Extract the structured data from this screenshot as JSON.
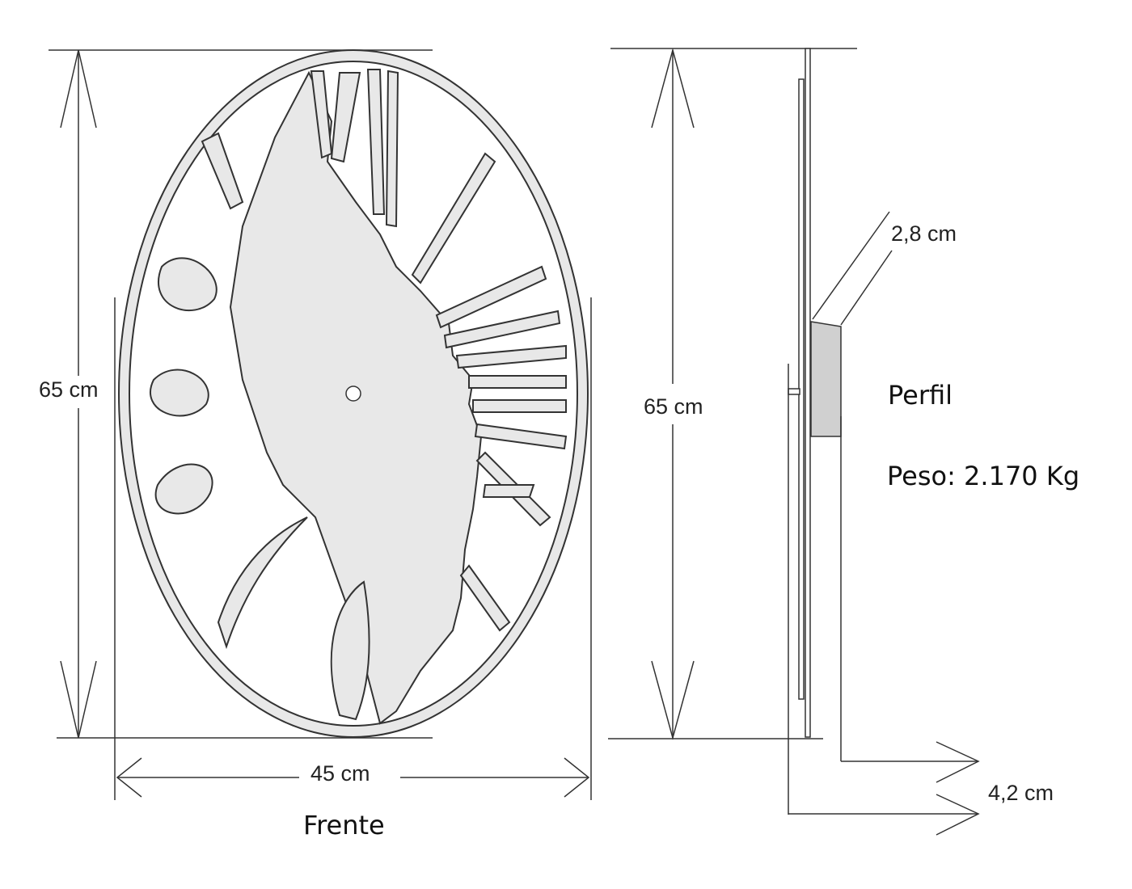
{
  "front": {
    "height_label": "65 cm",
    "width_label": "45 cm",
    "title": "Frente"
  },
  "profile": {
    "height_label": "65 cm",
    "thickness_label": "2,8 cm",
    "depth_label": "4,2 cm",
    "title": "Perfil",
    "weight": "Peso: 2.170 Kg"
  },
  "colors": {
    "fill": "#e8e8e8",
    "stroke": "#333333",
    "box": "#d0d0d0"
  }
}
